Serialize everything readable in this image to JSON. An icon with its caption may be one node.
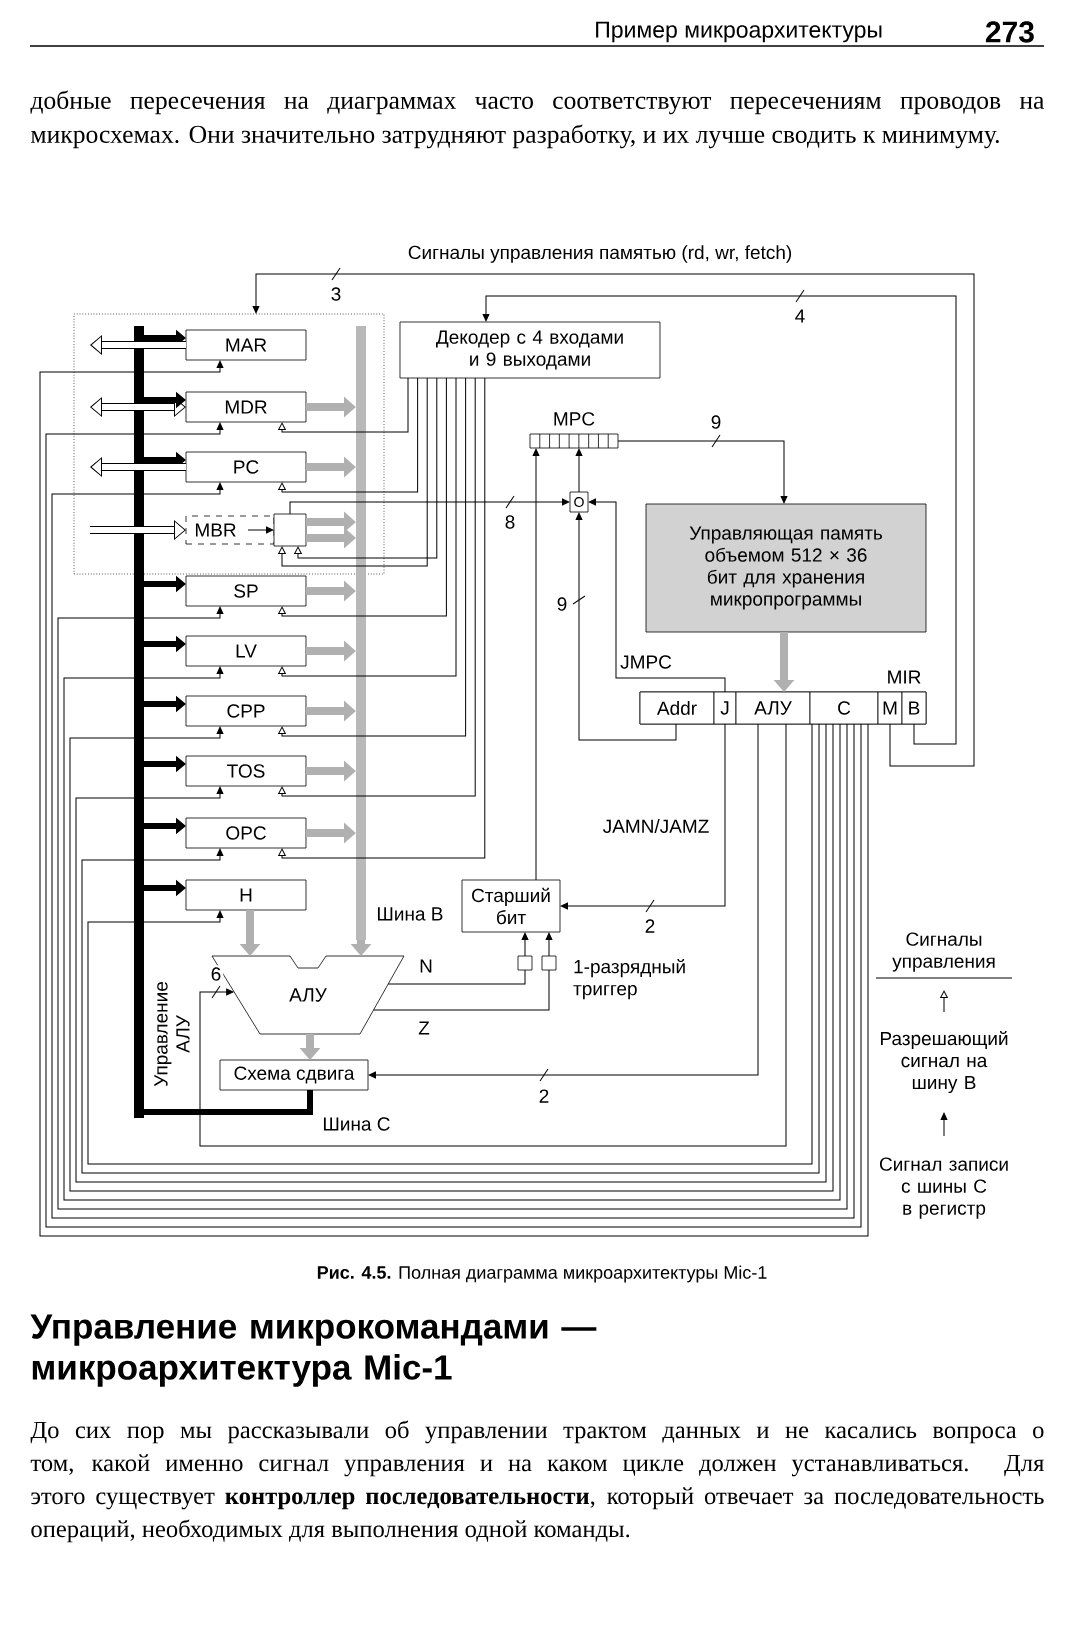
{
  "diagram": {
    "caption": "**Рис. 4.5.** Полная диаграмма микроархитектуры Mic-1",
    "nodes": [
      {
        "text": [],
        "shape": "box"
      },
      {
        "text": [
          "MAR"
        ],
        "in": 0
      },
      {
        "text": [
          "MDR"
        ],
        "in": 0
      },
      {
        "text": [
          "PC"
        ],
        "in": 0
      },
      {
        "text": [
          "MBR"
        ],
        "in": 0
      },
      {
        "text": [],
        "shape": "box",
        "in": 0
      },
      {
        "text": [
          "SP"
        ]
      },
      {
        "text": [
          "LV"
        ]
      },
      {
        "text": [
          "CPP"
        ]
      },
      {
        "text": [
          "TOS"
        ]
      },
      {
        "text": [
          "OPC"
        ]
      },
      {
        "text": [
          "H"
        ]
      },
      {
        "text": [],
        "shape": "bar"
      },
      {
        "text": [],
        "shape": "bar",
        "beside": [
          "Шина В"
        ]
      },
      {
        "text": [
          "АЛУ"
        ]
      },
      {
        "text": [
          "Схема сдвига"
        ]
      },
      {
        "text": [
          "Декодер с 4 входами и 9 выходами"
        ]
      },
      {
        "text": [
          "MPC"
        ]
      },
      {
        "text": [
          "O"
        ]
      },
      {
        "text": [
          "Управляющая память объемом 512 × 36 бит для хранения микропрограммы"
        ]
      },
      {
        "text": [
          "MIR"
        ]
      },
      {
        "text": [
          "Addr"
        ],
        "in": 20
      },
      {
        "text": [
          "J"
        ],
        "in": 20
      },
      {
        "text": [
          "АЛУ"
        ],
        "in": 20
      },
      {
        "text": [
          "C"
        ],
        "in": 20
      },
      {
        "text": [
          "M"
        ],
        "in": 20
      },
      {
        "text": [
          "B"
        ],
        "in": 20
      },
      {
        "text": [
          "Старший бит"
        ]
      },
      {
        "text": [],
        "shape": "box"
      },
      {
        "text": [],
        "shape": "box"
      }
    ],
    "edges": [
      {
        "from": 12,
        "to": 1,
        "arrow": "to",
        "style": "thick"
      },
      {
        "from": 12,
        "to": 2,
        "arrow": "to",
        "style": "thick"
      },
      {
        "from": 12,
        "to": 3,
        "arrow": "to",
        "style": "thick"
      },
      {
        "from": 12,
        "to": 6,
        "arrow": "to",
        "style": "thick"
      },
      {
        "from": 12,
        "to": 7,
        "arrow": "to",
        "style": "thick"
      },
      {
        "from": 12,
        "to": 8,
        "arrow": "to",
        "style": "thick"
      },
      {
        "from": 12,
        "to": 9,
        "arrow": "to",
        "style": "thick"
      },
      {
        "from": 12,
        "to": 10,
        "arrow": "to",
        "style": "thick"
      },
      {
        "from": 12,
        "to": 11,
        "arrow": "to",
        "style": "thick"
      },
      {
        "from": 2,
        "to": 13,
        "arrow": "to",
        "style": "thick",
        "color": "#b0b0b0"
      },
      {
        "from": 3,
        "to": 13,
        "arrow": "to",
        "style": "thick",
        "color": "#b0b0b0"
      },
      {
        "from": 5,
        "to": 13,
        "arrow": "to",
        "style": "thick",
        "color": "#b0b0b0"
      },
      {
        "from": 5,
        "to": 13,
        "arrow": "to",
        "style": "thick",
        "color": "#b0b0b0"
      },
      {
        "from": 6,
        "to": 13,
        "arrow": "to",
        "style": "thick",
        "color": "#b0b0b0"
      },
      {
        "from": 7,
        "to": 13,
        "arrow": "to",
        "style": "thick",
        "color": "#b0b0b0"
      },
      {
        "from": 8,
        "to": 13,
        "arrow": "to",
        "style": "thick",
        "color": "#b0b0b0"
      },
      {
        "from": 9,
        "to": 13,
        "arrow": "to",
        "style": "thick",
        "color": "#b0b0b0"
      },
      {
        "from": 10,
        "to": 13,
        "arrow": "to",
        "style": "thick",
        "color": "#b0b0b0"
      },
      {
        "from": 4,
        "to": 5,
        "arrow": "to"
      },
      {
        "from": 11,
        "to": 14,
        "arrow": "to",
        "style": "thick",
        "color": "#b0b0b0"
      },
      {
        "from": 13,
        "to": 14,
        "arrow": "to",
        "style": "thick",
        "color": "#b0b0b0"
      },
      {
        "from": 14,
        "to": 15,
        "arrow": "to",
        "style": "thick",
        "color": "#b0b0b0"
      },
      {
        "from": 15,
        "to": 12,
        "arrow": "none",
        "style": "thick"
      },
      {
        "from": 14,
        "to": 28,
        "arrow": "none",
        "label": "N"
      },
      {
        "from": 14,
        "to": 29,
        "arrow": "none",
        "label": "Z"
      },
      {
        "from": 28,
        "to": 27,
        "arrow": "to"
      },
      {
        "from": 29,
        "to": 27,
        "arrow": "to"
      },
      {
        "from": 27,
        "to": 17,
        "arrow": "to"
      },
      {
        "from": 5,
        "to": 18,
        "arrow": "to",
        "label": "8"
      },
      {
        "from": 21,
        "to": 18,
        "arrow": "to",
        "label": "9"
      },
      {
        "from": 22,
        "to": 18,
        "arrow": "to",
        "label": "JMPC"
      },
      {
        "from": 18,
        "to": 17,
        "arrow": "to"
      },
      {
        "from": 17,
        "to": 19,
        "arrow": "to",
        "label": "9"
      },
      {
        "from": 19,
        "to": 20,
        "arrow": "to",
        "style": "thick",
        "color": "#b0b0b0"
      },
      {
        "from": 22,
        "to": 27,
        "arrow": "to",
        "label": "JAMN/JAMZ"
      },
      {
        "from": 23,
        "to": 15,
        "arrow": "to",
        "label": "2"
      },
      {
        "from": 23,
        "to": 14,
        "arrow": "to",
        "label": "6"
      },
      {
        "from": 24,
        "to": 1,
        "arrow": "to"
      },
      {
        "from": 24,
        "to": 2,
        "arrow": "to"
      },
      {
        "from": 24,
        "to": 3,
        "arrow": "to"
      },
      {
        "from": 24,
        "to": 6,
        "arrow": "to"
      },
      {
        "from": 24,
        "to": 7,
        "arrow": "to"
      },
      {
        "from": 24,
        "to": 8,
        "arrow": "to"
      },
      {
        "from": 24,
        "to": 9,
        "arrow": "to"
      },
      {
        "from": 24,
        "to": 10,
        "arrow": "to"
      },
      {
        "from": 24,
        "to": 11,
        "arrow": "to"
      },
      {
        "from": 16,
        "to": 2,
        "arrow": "to"
      },
      {
        "from": 16,
        "to": 3,
        "arrow": "to"
      },
      {
        "from": 16,
        "to": 5,
        "arrow": "to"
      },
      {
        "from": 16,
        "to": 5,
        "arrow": "to"
      },
      {
        "from": 16,
        "to": 6,
        "arrow": "to"
      },
      {
        "from": 16,
        "to": 7,
        "arrow": "to"
      },
      {
        "from": 16,
        "to": 8,
        "arrow": "to"
      },
      {
        "from": 16,
        "to": 9,
        "arrow": "to"
      },
      {
        "from": 16,
        "to": 10,
        "arrow": "to"
      },
      {
        "from": 26,
        "to": 16,
        "arrow": "to",
        "label": "4"
      },
      {
        "from": 25,
        "to": 0,
        "arrow": "to",
        "label": "Сигналы управления памятью (rd, wr, fetch)"
      },
      {
        "from": 1,
        "to": null,
        "arrow": "to",
        "style": "thick"
      },
      {
        "from": null,
        "to": 2,
        "arrow": "both",
        "style": "thick"
      },
      {
        "from": 3,
        "to": null,
        "arrow": "to",
        "style": "thick"
      },
      {
        "from": null,
        "to": 4,
        "arrow": "to",
        "style": "thick"
      }
    ],
    "labels": [
      "Пример микроархитектуры",
      "273",
      "добные пересечения на диаграммах часто соответствуют пересечениям проводов на микросхемах. Они значительно затрудняют разработку, и их лучше сводить к минимуму.",
      "3",
      "2",
      "1-разрядный триггер",
      "Шина С",
      "Управление АЛУ",
      "Сигналы управления",
      "Управление микрокомандами — микроархитектура Mic-1",
      "До сих пор мы рассказывали об управлении трактом данных и не касались вопроса о том, какой именно сигнал управления и на каком цикле должен устанавливаться. Для этого существует **контроллер последовательности**, который отвечает за последовательность операций, необходимых для выполнения одной команды."
    ],
    "legend": [
      {
        "text": "Разрешающий сигнал на шину В"
      },
      {
        "text": "Сигнал записи с шины С в регистр"
      }
    ]
  }
}
